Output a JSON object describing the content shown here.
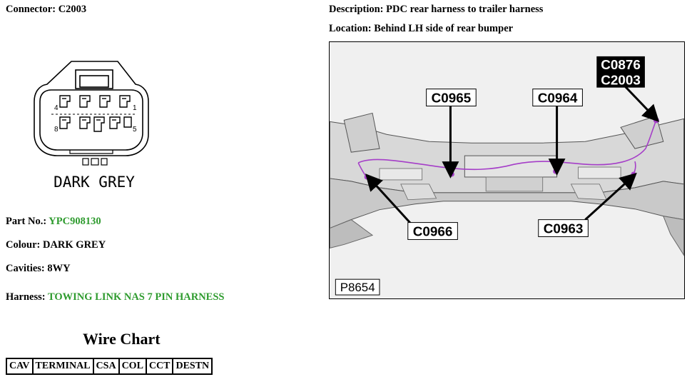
{
  "header": {
    "connector_label": "Connector:",
    "connector_value": "C2003",
    "description_label": "Description:",
    "description_value": "PDC rear harness to trailer harness",
    "location_label": "Location:",
    "location_value": "Behind LH side of rear bumper"
  },
  "connector_drawing": {
    "colour_caption": "DARK GREY",
    "pin_labels": [
      "4",
      "1",
      "8",
      "5"
    ]
  },
  "details": {
    "part_label": "Part No.:",
    "part_value": "YPC908130",
    "colour_label": "Colour:",
    "colour_value": "DARK GREY",
    "cavities_label": "Cavities:",
    "cavities_value": "8WY",
    "harness_label": "Harness:",
    "harness_value": "TOWING LINK NAS 7 PIN HARNESS"
  },
  "wire_chart": {
    "title": "Wire Chart",
    "columns": [
      "CAV",
      "TERMINAL",
      "CSA",
      "COL",
      "CCT",
      "DESTN"
    ]
  },
  "location_image": {
    "figure_id": "P8654",
    "callouts": {
      "top_right_1": "C0876",
      "top_right_2": "C2003",
      "c0965": "C0965",
      "c0964": "C0964",
      "c0966": "C0966",
      "c0963": "C0963"
    }
  },
  "colors": {
    "link_green": "#2e9b2e",
    "wire_purple": "#a53ec8"
  }
}
